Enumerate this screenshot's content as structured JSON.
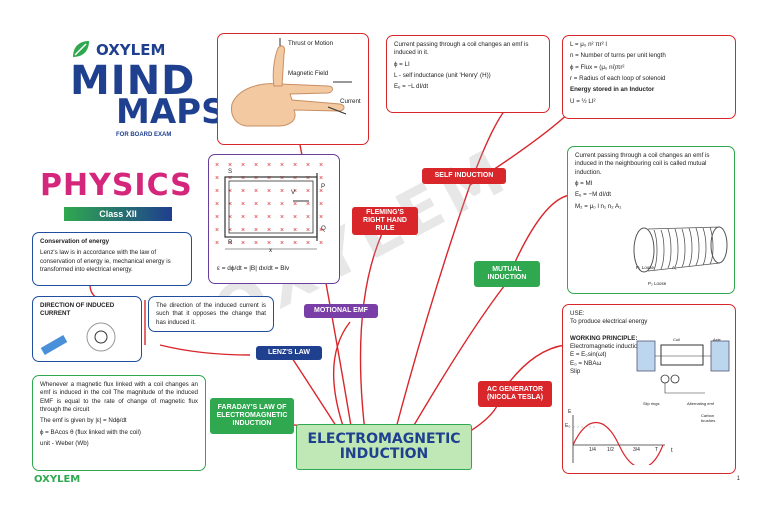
{
  "brand": {
    "name": "OXYLEM",
    "mind": "MIND",
    "maps": "MAPS",
    "tagline": "FOR BOARD EXAM",
    "footer": "OXYLEM"
  },
  "subject": {
    "title": "PHYSICS",
    "class": "Class XII"
  },
  "center": {
    "title": "ELECTROMAGNETIC INDUCTION"
  },
  "nodes": {
    "fleming": "FLEMING'S RIGHT HAND RULE",
    "self": "SELF INDUCTION",
    "mutual": "MUTUAL INDUCTION",
    "motional": "MOTIONAL EMF",
    "lenz": "LENZ'S LAW",
    "faraday": "FARADAY'S LAW OF ELECTROMAGNETIC INDUCTION",
    "ac": "AC GENERATOR (NICOLA TESLA)"
  },
  "fleming_fig": {
    "thrust": "Thrust or Motion",
    "field": "Magnetic Field",
    "current": "Current"
  },
  "self_box": {
    "l1": "Current passing through a coil changes an emf is induced in it.",
    "l2": "ϕ = LI",
    "l3": "L - self inductance (unit 'Henry' (H))",
    "l4": "Eₑ = −L dI/dt"
  },
  "solenoid_box": {
    "l1": "L = μ₀ n² πr² l",
    "l2": "n = Number of turns per unit length",
    "l3": "ϕ = Flux = (μ₀ ni)πr²",
    "l4": "r = Radius of each loop of solenoid",
    "l5": "Energy stored in an Inductor",
    "l6": "U = ½ LI²"
  },
  "mutual_box": {
    "l1": "Current passing through a coil changes an emf is induced in the neighbouring coil is called mutual induction.",
    "l2": "ϕ = MI",
    "l3": "Eₑ = −M dI/dt",
    "l4": "M₂ = μ₀ l n₁ n₂ A₁",
    "fig_l1": "P₁ Loose",
    "fig_l2": "A₁",
    "fig_l3": "P₂ Loose"
  },
  "motional_fig": {
    "formula": "ε = dϕ/dt = |B| dx/dt = Blv",
    "s": "S",
    "r": "R",
    "p": "P",
    "q": "Q",
    "v": "V",
    "x": "x"
  },
  "energy_box": {
    "title": "Conservation of energy",
    "text": "Lenz's law is in accordance with the law of conservation of energy ie, mechanical energy is transformed into electrical energy."
  },
  "direction_box": {
    "title": "DIRECTION OF INDUCED CURRENT"
  },
  "lenz_box": {
    "text": "The direction of the induced current is such that it opposes the change that has induced it."
  },
  "faraday_box": {
    "l1": "Whenever a magnetic flux linked with a coil changes an emf is induced in the coil The magnitude of the induced EMF is equal to the rate of change of magnetic flux through the circuit",
    "l2": "The emf is given by |ε| = Ndϕ/dt",
    "l3": "ϕ = BAcos θ (flux linked with the coil)",
    "l4": "unit - Weber (Wb)"
  },
  "ac_box": {
    "use_title": "USE:",
    "use": "To produce electrical energy",
    "wp_title": "WORKING PRINCIPLE:",
    "wp1": "Electromagnetic induction",
    "wp2": "E = E₀sin(ωt)",
    "wp3": "E₀ = NBAω",
    "wp4": "Slip",
    "g_e": "E",
    "g_e0": "E₀",
    "g_t": "t",
    "g_ticks": [
      "1/4",
      "1/2",
      "3/4",
      "T"
    ],
    "g_coil": "Coil",
    "g_axle": "Axle",
    "g_rings": "Slip rings",
    "g_brush": "Carbon brushes",
    "g_load": "Alternating emf"
  },
  "watermark": "OXYLEM",
  "page": "1"
}
